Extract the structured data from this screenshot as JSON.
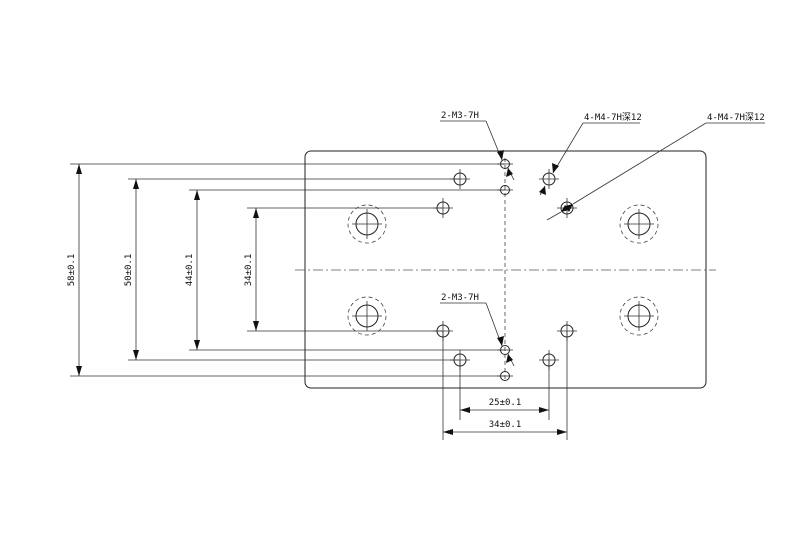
{
  "dimensions": {
    "height_58": "58±0.1",
    "height_50": "50±0.1",
    "height_44": "44±0.1",
    "height_34": "34±0.1",
    "width_25": "25±0.1",
    "width_34": "34±0.1"
  },
  "callouts": {
    "m3_top": "2-M3-7H",
    "m3_bottom": "2-M3-7H",
    "m4_a": "4-M4-7H深12",
    "m4_b": "4-M4-7H深12"
  }
}
